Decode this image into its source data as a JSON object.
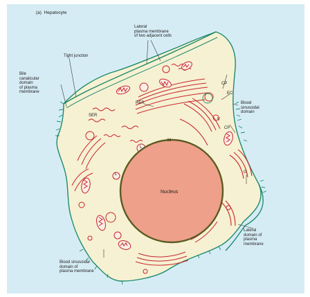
{
  "title": "(a)  Hepatocyte",
  "colors": {
    "panel_bg": "#d6ecf5",
    "cell_fill": "#f6f1d2",
    "cell_outline": "#1e8a6e",
    "nucleus_fill": "#eea08a",
    "nucleus_rim": "#5b5a23",
    "organelle_red": "#c6232b",
    "label_text": "#222222"
  },
  "labels": {
    "lateral_top": "Lateral\nplasma membrane\nof two adjacent cells",
    "tight_junction": "Tight junction",
    "bile_domain": "Bile\ncanalicular\ndomain\nof plasma\nmembrane",
    "rer": "RER",
    "ser": "SER",
    "cp_top": "CP",
    "ec": "EC",
    "blood_domain_right": "Blood\nsinusoidal\ndomain",
    "cp_right": "CP",
    "v": "V",
    "m": "M",
    "l_left": "L",
    "l_mid": "L",
    "g": "G",
    "nucleus": "Nucleus",
    "lateral_right": "Lateral\ndomain of\nplasma\nmembrane",
    "blood_bottom": "Blood sinusoidal\ndomain of\nplasma membrane"
  },
  "icons": [
    "mitochondrion-icon",
    "lysosome-icon",
    "vesicle-icon",
    "golgi-icon",
    "er-icon"
  ]
}
